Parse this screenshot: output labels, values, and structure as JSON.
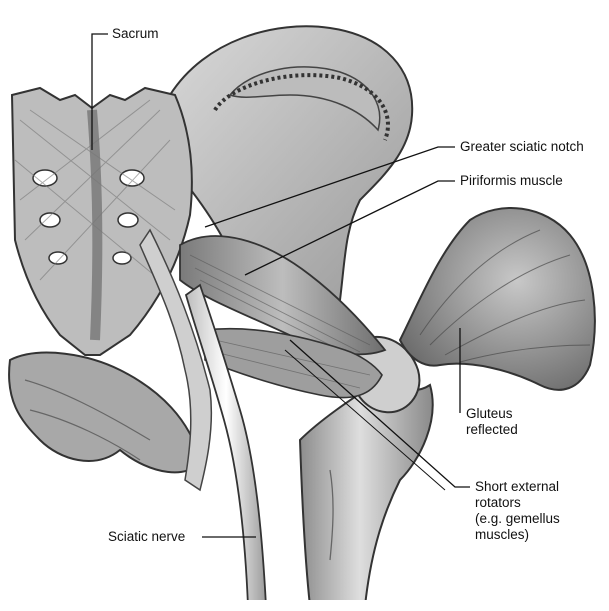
{
  "labels": {
    "sacrum": "Sacrum",
    "greater_sciatic_notch": "Greater sciatic notch",
    "piriformis_muscle": "Piriformis muscle",
    "gluteus_reflected": [
      "Gluteus",
      "reflected"
    ],
    "short_external_rotators": [
      "Short external",
      "rotators",
      "(e.g. gemellus",
      "muscles)"
    ],
    "sciatic_nerve": "Sciatic nerve"
  }
}
